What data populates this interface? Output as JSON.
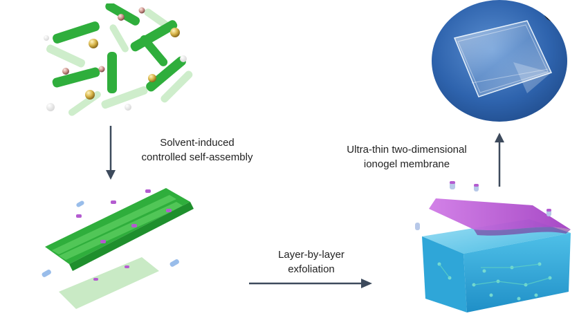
{
  "steps": {
    "self_assembly": {
      "line1": "Solvent-induced",
      "line2": "controlled self-assembly"
    },
    "exfoliation": {
      "line1": "Layer-by-layer",
      "line2": "exfoliation"
    },
    "membrane": {
      "line1": "Ultra-thin two-dimensional",
      "line2": "ionogel membrane"
    }
  },
  "colors": {
    "molecule_green": "#2fae3c",
    "molecule_light_green": "#b9e6b6",
    "ion_gold": "#d9b64a",
    "ion_pink": "#c98f88",
    "purple_accent": "#b45bd0",
    "gel_blue": "#3fb8e4",
    "photo_blue": "#2e63ad",
    "arrow": "#3d4a5c"
  },
  "icons": {
    "molecular_precursors": "molecule-cluster-icon",
    "assembled_layers": "layered-sheet-icon",
    "ionogel_block": "ionogel-block-icon",
    "membrane_photo": "membrane-photo-icon"
  }
}
